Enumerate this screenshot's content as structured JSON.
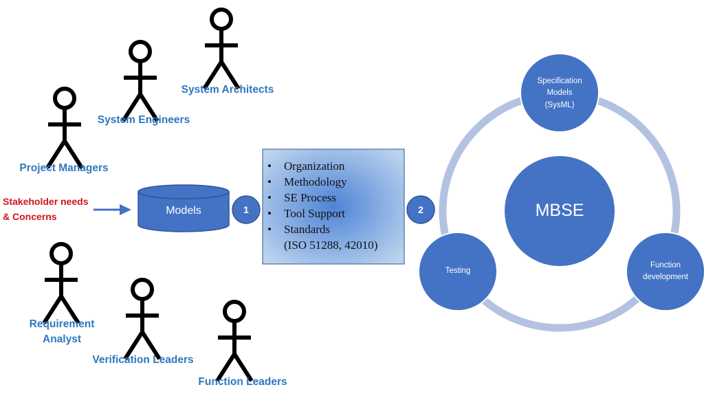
{
  "stakeholders": [
    {
      "id": "system-architects",
      "label": "System Architects"
    },
    {
      "id": "system-engineers",
      "label": "System Engineers"
    },
    {
      "id": "project-managers",
      "label": "Project Managers"
    },
    {
      "id": "requirement-analyst",
      "label": "Requirement Analyst"
    },
    {
      "id": "verification-leaders",
      "label": "Verification Leaders"
    },
    {
      "id": "function-leaders",
      "label": "Function Leaders"
    }
  ],
  "input": {
    "line1": "Stakeholder needs",
    "line2": "& Concerns"
  },
  "models": {
    "label": "Models"
  },
  "steps": {
    "one": "1",
    "two": "2"
  },
  "framework": {
    "items": [
      "Organization",
      "Methodology",
      "SE Process",
      "Tool Support",
      "Standards"
    ],
    "standards_detail": "(ISO 51288, 42010)"
  },
  "mbse": {
    "center": "MBSE",
    "nodes": {
      "specification": {
        "line1": "Specification",
        "line2": "Models",
        "line3": "(SysML)"
      },
      "function": {
        "line1": "Function",
        "line2": "development"
      },
      "testing": {
        "line1": "Testing"
      }
    }
  },
  "colors": {
    "shape_fill": "#4472c4",
    "shape_stroke": "#2f5597",
    "ring": "#b4c2e1",
    "label_blue": "#2f77c0",
    "label_red": "#d0141c",
    "arrow": "#4472c4"
  }
}
